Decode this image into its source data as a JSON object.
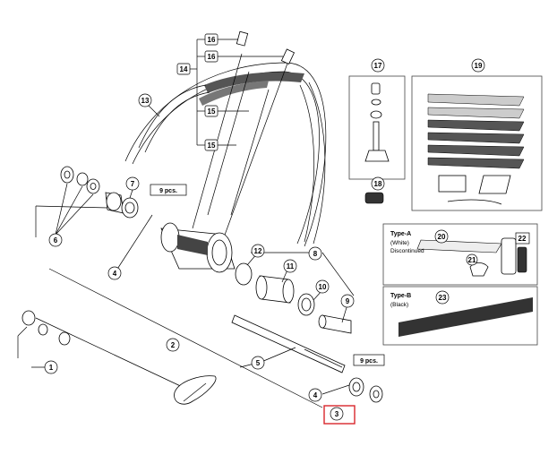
{
  "callouts": {
    "c1": "1",
    "c2": "2",
    "c3": "3",
    "c4a": "4",
    "c4b": "4",
    "c5": "5",
    "c6": "6",
    "c7": "7",
    "c8": "8",
    "c9": "9",
    "c10": "10",
    "c11": "11",
    "c12": "12",
    "c13": "13",
    "c14": "14",
    "c15a": "15",
    "c15b": "15",
    "c16a": "16",
    "c16b": "16",
    "c17": "17",
    "c18": "18",
    "c19": "19",
    "c20": "20",
    "c21": "21",
    "c22": "22",
    "c23": "23"
  },
  "qty": {
    "top": "9 pcs.",
    "bottom": "9 pcs."
  },
  "type_a": {
    "title": "Type-A",
    "line1": "(White)",
    "line2": "Discontinued"
  },
  "type_b": {
    "title": "Type-B",
    "line1": "(Black)"
  },
  "highlight_color": "#d9262c"
}
